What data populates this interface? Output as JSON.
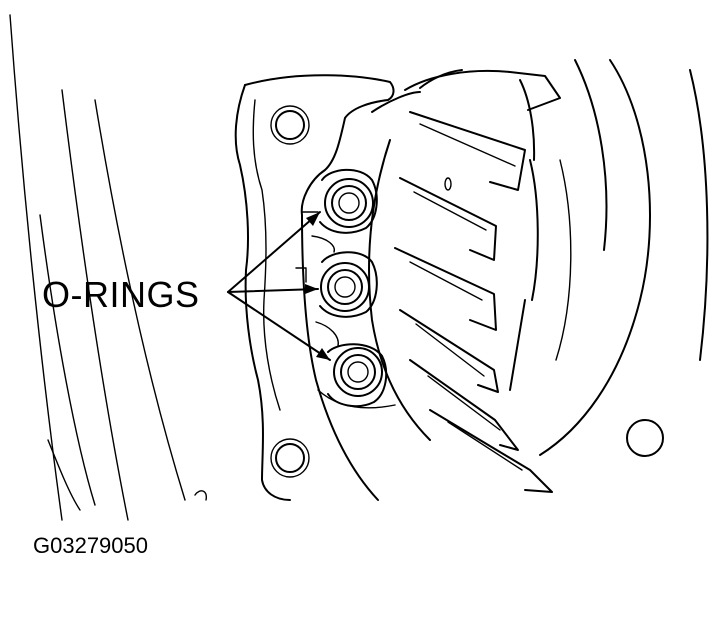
{
  "callout": {
    "label": "O-RINGS",
    "count": 3
  },
  "figure": {
    "id": "G03279050"
  },
  "colors": {
    "ink": "#000000",
    "paper": "#ffffff"
  }
}
